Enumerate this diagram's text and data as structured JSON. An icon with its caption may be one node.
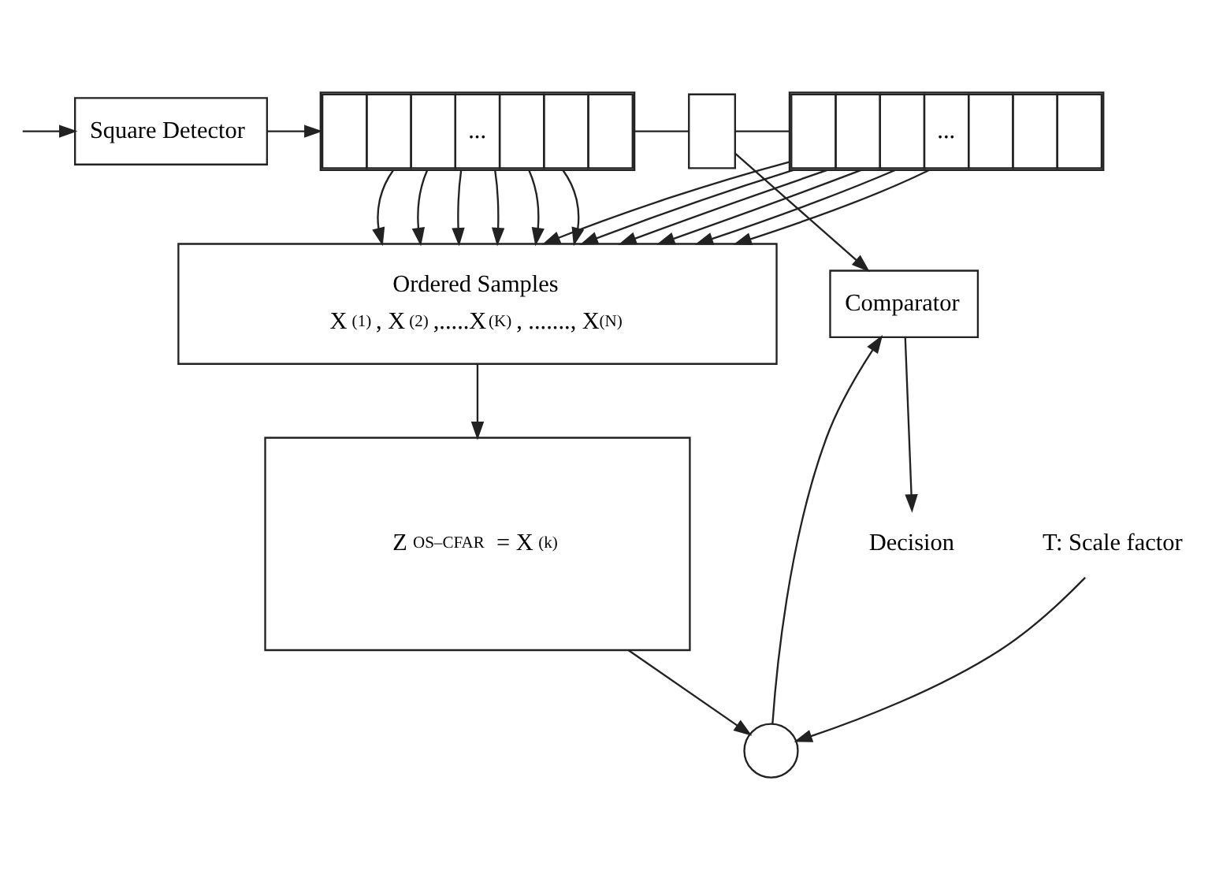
{
  "diagram": {
    "nodes": [
      {
        "text": [
          "Square Detector"
        ]
      },
      {
        "text": [
          "..."
        ]
      },
      {
        "text": [],
        "shape": "box"
      },
      {
        "text": [
          "..."
        ]
      },
      {
        "text": [
          "Ordered Samples",
          "X$_{(1)}$, X$_{(2)}$,.....X$_{(K)}$, ......., X$_{(N)}$"
        ]
      },
      {
        "text": [
          "Z$_{OS–CFAR}$ = X$_{(k)}$"
        ]
      },
      {
        "text": [
          "Comparator"
        ]
      },
      {
        "text": [],
        "shape": "circle"
      },
      {
        "text": [
          "T: Scale factor"
        ]
      },
      {
        "text": [
          "Decision"
        ]
      }
    ],
    "edges": [
      {
        "from": null,
        "to": 0,
        "arrow": "to"
      },
      {
        "from": 0,
        "to": 1,
        "arrow": "to"
      },
      {
        "from": 1,
        "to": 2,
        "arrow": "none"
      },
      {
        "from": 2,
        "to": 3,
        "arrow": "none"
      },
      {
        "from": 2,
        "to": 6,
        "arrow": "to"
      },
      {
        "from": 1,
        "to": 4,
        "arrow": "to"
      },
      {
        "from": 1,
        "to": 4,
        "arrow": "to"
      },
      {
        "from": 1,
        "to": 4,
        "arrow": "to"
      },
      {
        "from": 1,
        "to": 4,
        "arrow": "to"
      },
      {
        "from": 1,
        "to": 4,
        "arrow": "to"
      },
      {
        "from": 1,
        "to": 4,
        "arrow": "to"
      },
      {
        "from": 3,
        "to": 4,
        "arrow": "to"
      },
      {
        "from": 3,
        "to": 4,
        "arrow": "to"
      },
      {
        "from": 3,
        "to": 4,
        "arrow": "to"
      },
      {
        "from": 3,
        "to": 4,
        "arrow": "to"
      },
      {
        "from": 3,
        "to": 4,
        "arrow": "to"
      },
      {
        "from": 3,
        "to": 4,
        "arrow": "to"
      },
      {
        "from": 4,
        "to": 5,
        "arrow": "to"
      },
      {
        "from": 5,
        "to": 7,
        "arrow": "to"
      },
      {
        "from": 8,
        "to": 7,
        "arrow": "to"
      },
      {
        "from": 7,
        "to": 6,
        "arrow": "to"
      },
      {
        "from": 6,
        "to": 9,
        "arrow": "to"
      }
    ]
  }
}
